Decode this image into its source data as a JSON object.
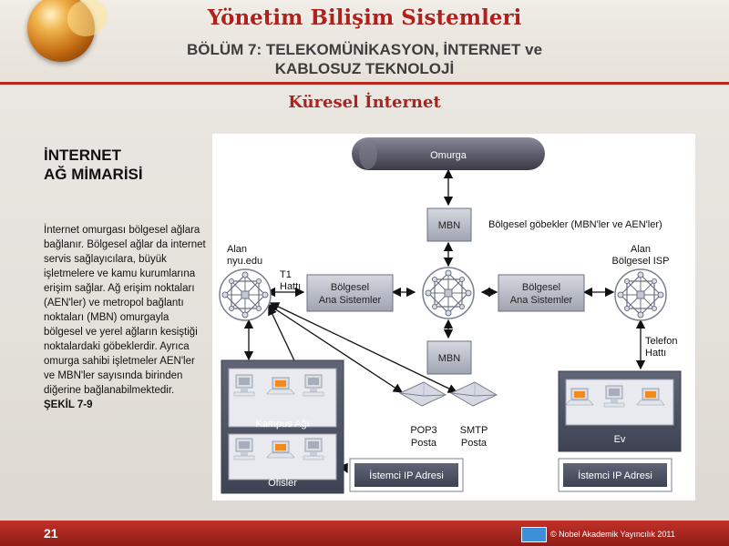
{
  "header": {
    "title": "Yönetim Bilişim Sistemleri",
    "subtitle_line1": "BÖLÜM 7: TELEKOMÜNİKASYON, İNTERNET ve",
    "subtitle_line2": "KABLOSUZ TEKNOLOJİ"
  },
  "slide_title": "Küresel İnternet",
  "left_panel": {
    "heading_line1": "İNTERNET",
    "heading_line2": "AĞ MİMARİSİ",
    "body": "İnternet omurgası bölgesel ağlara bağlanır. Bölgesel ağlar da internet servis sağlayıcılara, büyük işletmelere ve kamu kurumlarına erişim sağlar. Ağ erişim noktaları (AEN'ler) ve metropol bağlantı noktaları (MBN) omurgayla bölgesel ve yerel ağların kesiştiği noktalardaki göbeklerdir. Ayrıca omurga sahibi işletmeler AEN'ler ve MBN'ler sayısında birinden diğerine bağlanabilmektedir.",
    "figure_ref": "ŞEKİL 7-9"
  },
  "diagram": {
    "backbone": "Omurga",
    "mbn_top": "MBN",
    "mbn_bottom": "MBN",
    "regional_hubs": "Bölgesel göbekler (MBN'ler ve AEN'ler)",
    "domain_left_1": "Alan",
    "domain_left_2": "nyu.edu",
    "t1_1": "T1",
    "t1_2": "Hattı",
    "regional_left_1": "Bölgesel",
    "regional_left_2": "Ana Sistemler",
    "regional_right_1": "Bölgesel",
    "regional_right_2": "Ana Sistemler",
    "domain_right_1": "Alan",
    "domain_right_2": "Bölgesel ISP",
    "phone_1": "Telefon",
    "phone_2": "Hattı",
    "campus": "Kampus Ağı",
    "offices": "Ofisler",
    "home": "Ev",
    "pop3_1": "POP3",
    "pop3_2": "Posta",
    "smtp_1": "SMTP",
    "smtp_2": "Posta",
    "client_ip_left": "İstemci IP Adresi",
    "client_ip_right": "İstemci IP Adresi",
    "colors": {
      "backbone_fill": "#5f5e6c",
      "box_fill": "#b8bcc6",
      "dark_box": "#4f5466",
      "accent_red": "#b1211b"
    }
  },
  "footer": {
    "page_number": "21",
    "copyright": "© Nobel Akademik Yayıncılık 2011"
  }
}
